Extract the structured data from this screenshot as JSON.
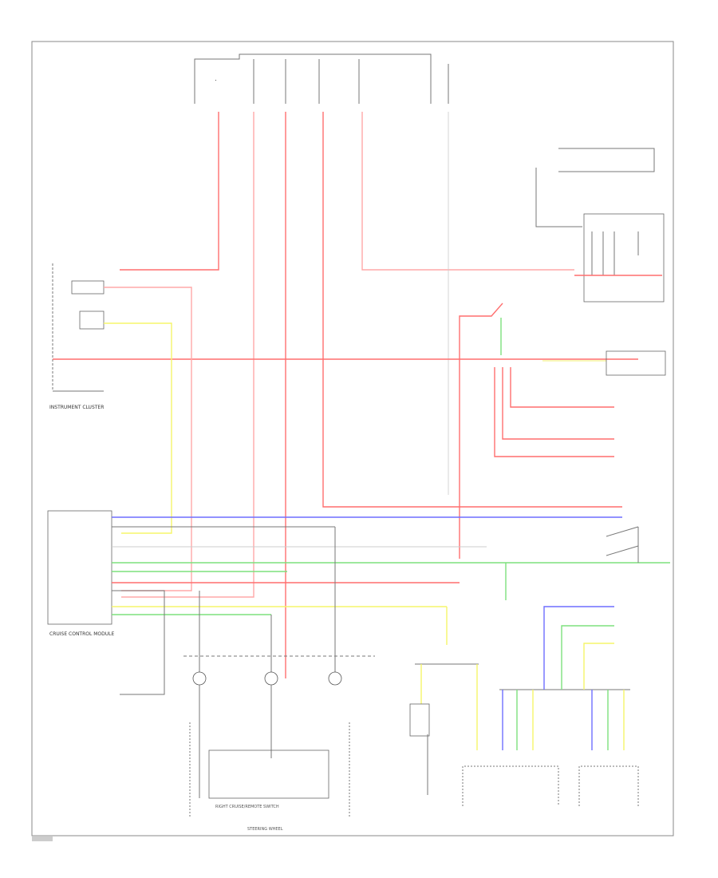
{
  "diagram": {
    "modules": {
      "instrument_cluster": "INSTRUMENT CLUSTER",
      "cruise_control_module": "CRUISE CONTROL MODULE",
      "steering_wheel": "STEERING WHEEL",
      "cruise_switch": "RIGHT CRUISE/REMOTE SWITCH"
    },
    "colors": {
      "red": "#ff6f6f",
      "pink": "#ffa8a8",
      "blue": "#6e6eff",
      "green": "#7de07d",
      "yellow": "#f5f56a",
      "gray": "#777777"
    }
  }
}
